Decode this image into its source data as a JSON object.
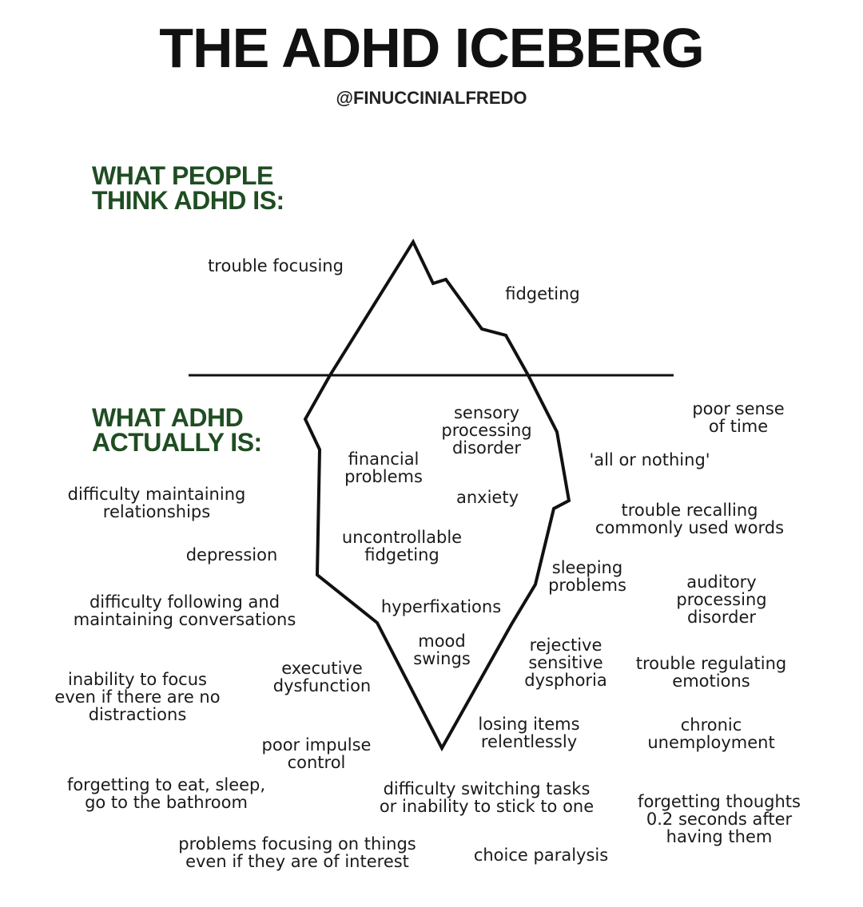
{
  "title": "THE ADHD ICEBERG",
  "credit": "@FINUCCINIALFREDO",
  "sections": {
    "above": "WHAT PEOPLE\nTHINK ADHD IS:",
    "below": "WHAT ADHD\nACTUALLY IS:"
  },
  "above_labels": {
    "trouble_focusing": "trouble focusing",
    "fidgeting": "fidgeting"
  },
  "inside_labels": {
    "sensory": "sensory\nprocessing\ndisorder",
    "financial": "financial\nproblems",
    "anxiety": "anxiety",
    "uncontrollable": "uncontrollable\nfidgeting",
    "hyperfixations": "hyperfixations",
    "mood": "mood\nswings"
  },
  "outside_labels": {
    "relationships": "difficulty maintaining\nrelationships",
    "depression": "depression",
    "conversations": "difficulty following and\nmaintaining conversations",
    "inability_focus": "inability to focus\neven if there are no\ndistractions",
    "executive": "executive\ndysfunction",
    "impulse": "poor impulse\ncontrol",
    "forgetting_eat": "forgetting to eat, sleep,\ngo to the bathroom",
    "problems_focusing": "problems focusing on things\neven if they are of interest",
    "sense_of_time": "poor sense\nof time",
    "all_or_nothing": "'all or nothing'",
    "recalling": "trouble recalling\ncommonly used words",
    "sleeping": "sleeping\nproblems",
    "auditory": "auditory\nprocessing\ndisorder",
    "rejective": "rejective\nsensitive\ndysphoria",
    "regulating": "trouble regulating\nemotions",
    "losing": "losing items\nrelentlessly",
    "unemployment": "chronic\nunemployment",
    "switching": "difficulty switching tasks\nor inability to stick to one",
    "forgetting_thoughts": "forgetting thoughts\n0.2 seconds after\nhaving them",
    "choice": "choice paralysis"
  },
  "colors": {
    "section_heading": "#1f4d22",
    "outline": "#111111"
  }
}
